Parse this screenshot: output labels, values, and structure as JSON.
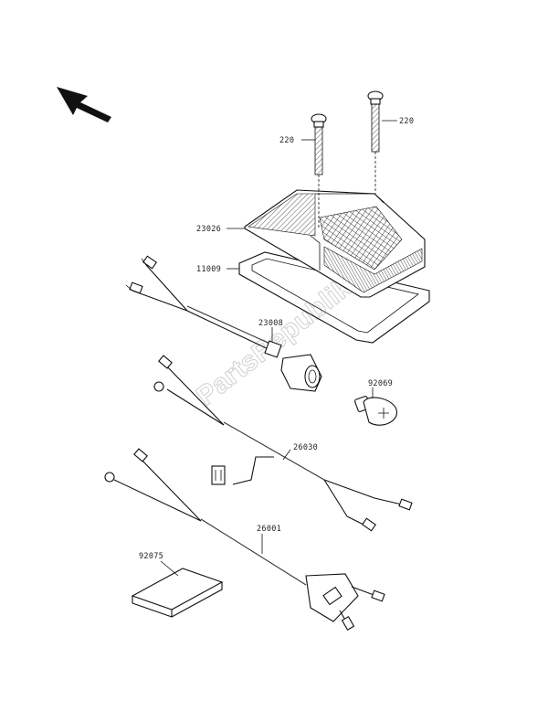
{
  "watermark": "PartsRepublik",
  "parts": {
    "bolt_left": "220",
    "bolt_right": "220",
    "lens": "23026",
    "gasket": "11009",
    "socket": "23008",
    "bulb": "92069",
    "harness_upper": "26030",
    "harness_lower": "26001",
    "label_sticker": "92075"
  },
  "icons": [
    "direction-arrow-icon"
  ]
}
